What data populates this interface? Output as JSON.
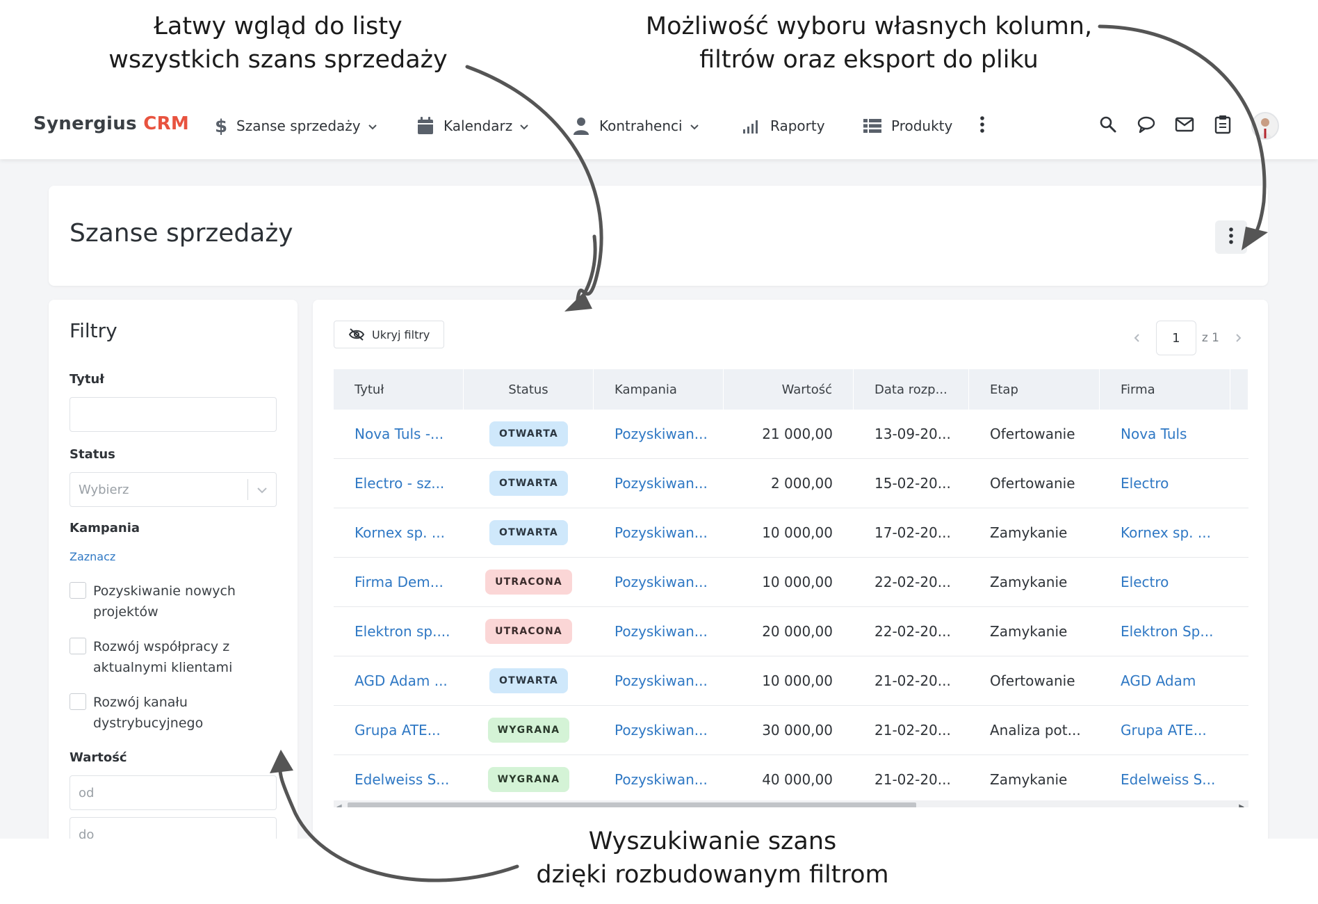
{
  "annotations": {
    "top_left": [
      "Łatwy wgląd do listy",
      "wszystkich szans sprzedaży"
    ],
    "top_right": [
      "Możliwość wyboru własnych kolumn,",
      "filtrów oraz eksport do pliku"
    ],
    "bottom": [
      "Wyszukiwanie szans",
      "dzięki rozbudowanym filtrom"
    ]
  },
  "logo": {
    "part1": "Synergius",
    "part2": "CRM"
  },
  "nav": {
    "items": [
      {
        "label": "Szanse sprzedaży",
        "icon": "dollar-icon"
      },
      {
        "label": "Kalendarz",
        "icon": "calendar-icon"
      },
      {
        "label": "Kontrahenci",
        "icon": "person-icon"
      },
      {
        "label": "Raporty",
        "icon": "signal-bars-icon"
      },
      {
        "label": "Produkty",
        "icon": "list-icon"
      }
    ],
    "tools": [
      "search-icon",
      "chat-icon",
      "mail-icon",
      "clipboard-icon"
    ]
  },
  "page": {
    "title": "Szanse sprzedaży"
  },
  "filters": {
    "title": "Filtry",
    "title_label": "Tytuł",
    "title_value": "",
    "status_label": "Status",
    "status_placeholder": "Wybierz",
    "campaign_label": "Kampania",
    "select_all": "Zaznacz",
    "campaigns": [
      {
        "line1": "Pozyskiwanie nowych",
        "line2": "projektów"
      },
      {
        "line1": "Rozwój współpracy z",
        "line2": "aktualnymi klientami"
      },
      {
        "line1": "Rozwój kanału",
        "line2": "dystrybucyjnego"
      }
    ],
    "value_label": "Wartość",
    "value_from_placeholder": "od",
    "value_to_placeholder": "do"
  },
  "table": {
    "hide_filters": "Ukryj filtry",
    "pager": {
      "page": "1",
      "of": "z 1"
    },
    "columns": [
      "Tytuł",
      "Status",
      "Kampania",
      "Wartość",
      "Data rozp...",
      "Etap",
      "Firma"
    ],
    "rows": [
      {
        "title": "Nova Tuls -...",
        "status": "OTWARTA",
        "status_kind": "open",
        "campaign": "Pozyskiwan...",
        "value": "21 000,00",
        "date": "13-09-20...",
        "stage": "Ofertowanie",
        "company": "Nova Tuls"
      },
      {
        "title": "Electro - sz...",
        "status": "OTWARTA",
        "status_kind": "open",
        "campaign": "Pozyskiwan...",
        "value": "2 000,00",
        "date": "15-02-20...",
        "stage": "Ofertowanie",
        "company": "Electro"
      },
      {
        "title": "Kornex sp. ...",
        "status": "OTWARTA",
        "status_kind": "open",
        "campaign": "Pozyskiwan...",
        "value": "10 000,00",
        "date": "17-02-20...",
        "stage": "Zamykanie",
        "company": "Kornex sp. ..."
      },
      {
        "title": "Firma Dem...",
        "status": "UTRACONA",
        "status_kind": "lost",
        "campaign": "Pozyskiwan...",
        "value": "10 000,00",
        "date": "22-02-20...",
        "stage": "Zamykanie",
        "company": "Electro"
      },
      {
        "title": "Elektron sp....",
        "status": "UTRACONA",
        "status_kind": "lost",
        "campaign": "Pozyskiwan...",
        "value": "20 000,00",
        "date": "22-02-20...",
        "stage": "Zamykanie",
        "company": "Elektron Sp..."
      },
      {
        "title": "AGD Adam ...",
        "status": "OTWARTA",
        "status_kind": "open",
        "campaign": "Pozyskiwan...",
        "value": "10 000,00",
        "date": "21-02-20...",
        "stage": "Ofertowanie",
        "company": "AGD Adam"
      },
      {
        "title": "Grupa ATE...",
        "status": "WYGRANA",
        "status_kind": "won",
        "campaign": "Pozyskiwan...",
        "value": "30 000,00",
        "date": "21-02-20...",
        "stage": "Analiza pot...",
        "company": "Grupa ATE..."
      },
      {
        "title": "Edelweiss S...",
        "status": "WYGRANA",
        "status_kind": "won",
        "campaign": "Pozyskiwan...",
        "value": "40 000,00",
        "date": "21-02-20...",
        "stage": "Zamykanie",
        "company": "Edelweiss S..."
      }
    ]
  },
  "colors": {
    "brand_accent": "#e8533f",
    "link": "#2f78c4",
    "open": "#cfe8fb",
    "lost": "#fbd6d6",
    "won": "#d4f3d6"
  }
}
